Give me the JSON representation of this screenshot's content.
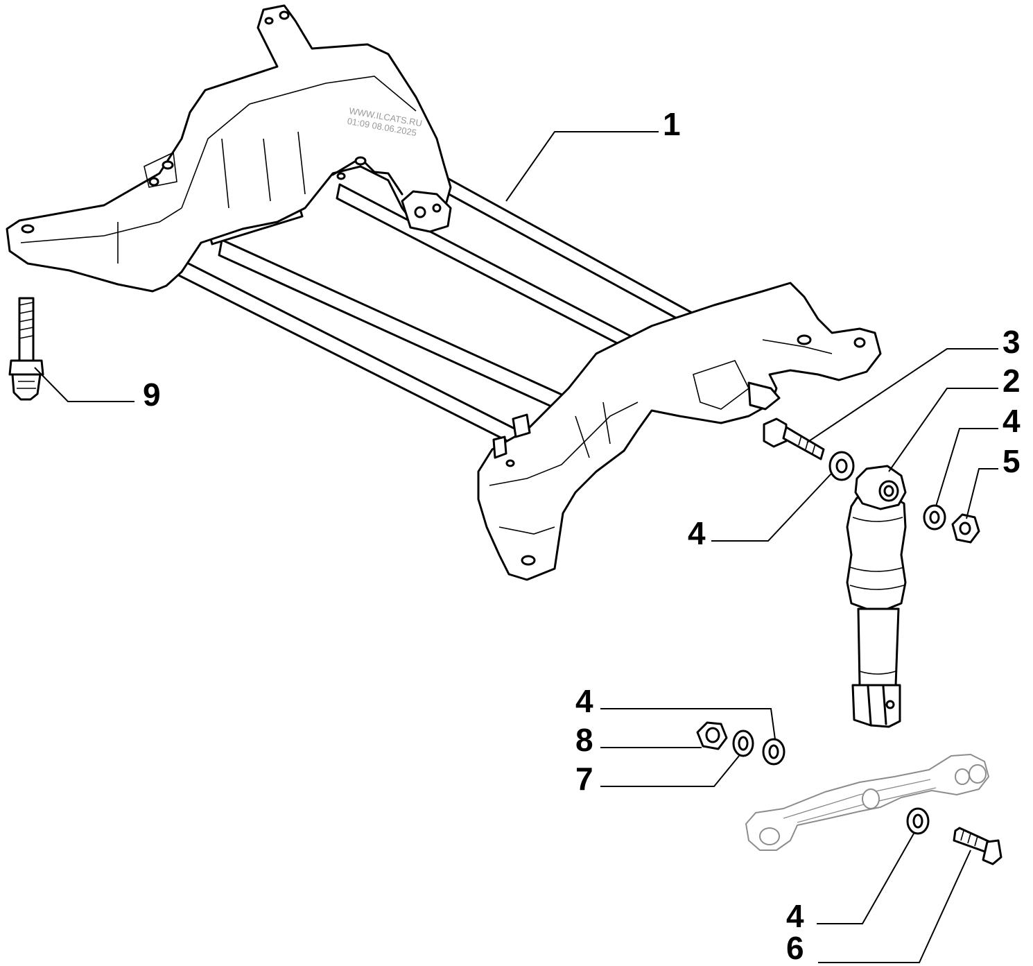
{
  "watermark": {
    "line1": "WWW.ILCATS.RU",
    "line2": "01:09 08.06.2025"
  },
  "callouts": {
    "c1": "1",
    "c2": "2",
    "c3": "3",
    "c4a": "4",
    "c4b": "4",
    "c4c": "4",
    "c4d": "4",
    "c5": "5",
    "c6": "6",
    "c7": "7",
    "c8": "8",
    "c9": "9"
  }
}
